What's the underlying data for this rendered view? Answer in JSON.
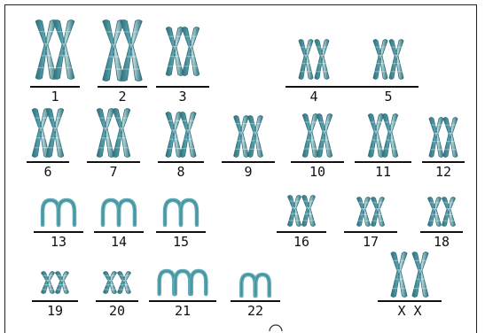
{
  "karyotype": {
    "groups": [
      {
        "label": "1"
      },
      {
        "label": "2"
      },
      {
        "label": "3"
      },
      {
        "label": "4"
      },
      {
        "label": "5"
      },
      {
        "label": "6"
      },
      {
        "label": "7"
      },
      {
        "label": "8"
      },
      {
        "label": "9"
      },
      {
        "label": "10"
      },
      {
        "label": "11"
      },
      {
        "label": "12"
      },
      {
        "label": "13"
      },
      {
        "label": "14"
      },
      {
        "label": "15"
      },
      {
        "label": "16"
      },
      {
        "label": "17"
      },
      {
        "label": "18"
      },
      {
        "label": "19"
      },
      {
        "label": "20"
      },
      {
        "label": "21"
      },
      {
        "label": "22"
      },
      {
        "label": "X X"
      }
    ],
    "colors": {
      "chromosome": "#5aa8b4",
      "chromosome_dark": "#2f6f7a",
      "band": "#b8d9dc",
      "line": "#111111"
    }
  }
}
